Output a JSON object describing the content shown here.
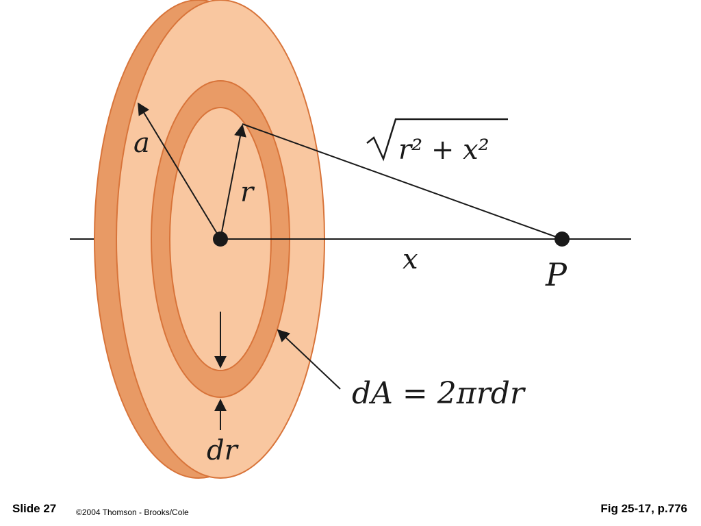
{
  "diagram": {
    "labels": {
      "outer_radius": "a",
      "ring_radius": "r",
      "axis_distance": "x",
      "point": "P",
      "ring_thickness": "dr",
      "area_element": "dA = 2πrdr",
      "distance_expr": "r² + x²"
    },
    "colors": {
      "disk_face": "#f9c7a0",
      "disk_edge": "#e89a65",
      "ring": "#e99b66",
      "outline": "#d8743a",
      "ink": "#1a1a1a"
    }
  },
  "footer": {
    "slide": "Slide 27",
    "copyright": "©2004 Thomson - Brooks/Cole",
    "figure": "Fig 25-17, p.776"
  }
}
